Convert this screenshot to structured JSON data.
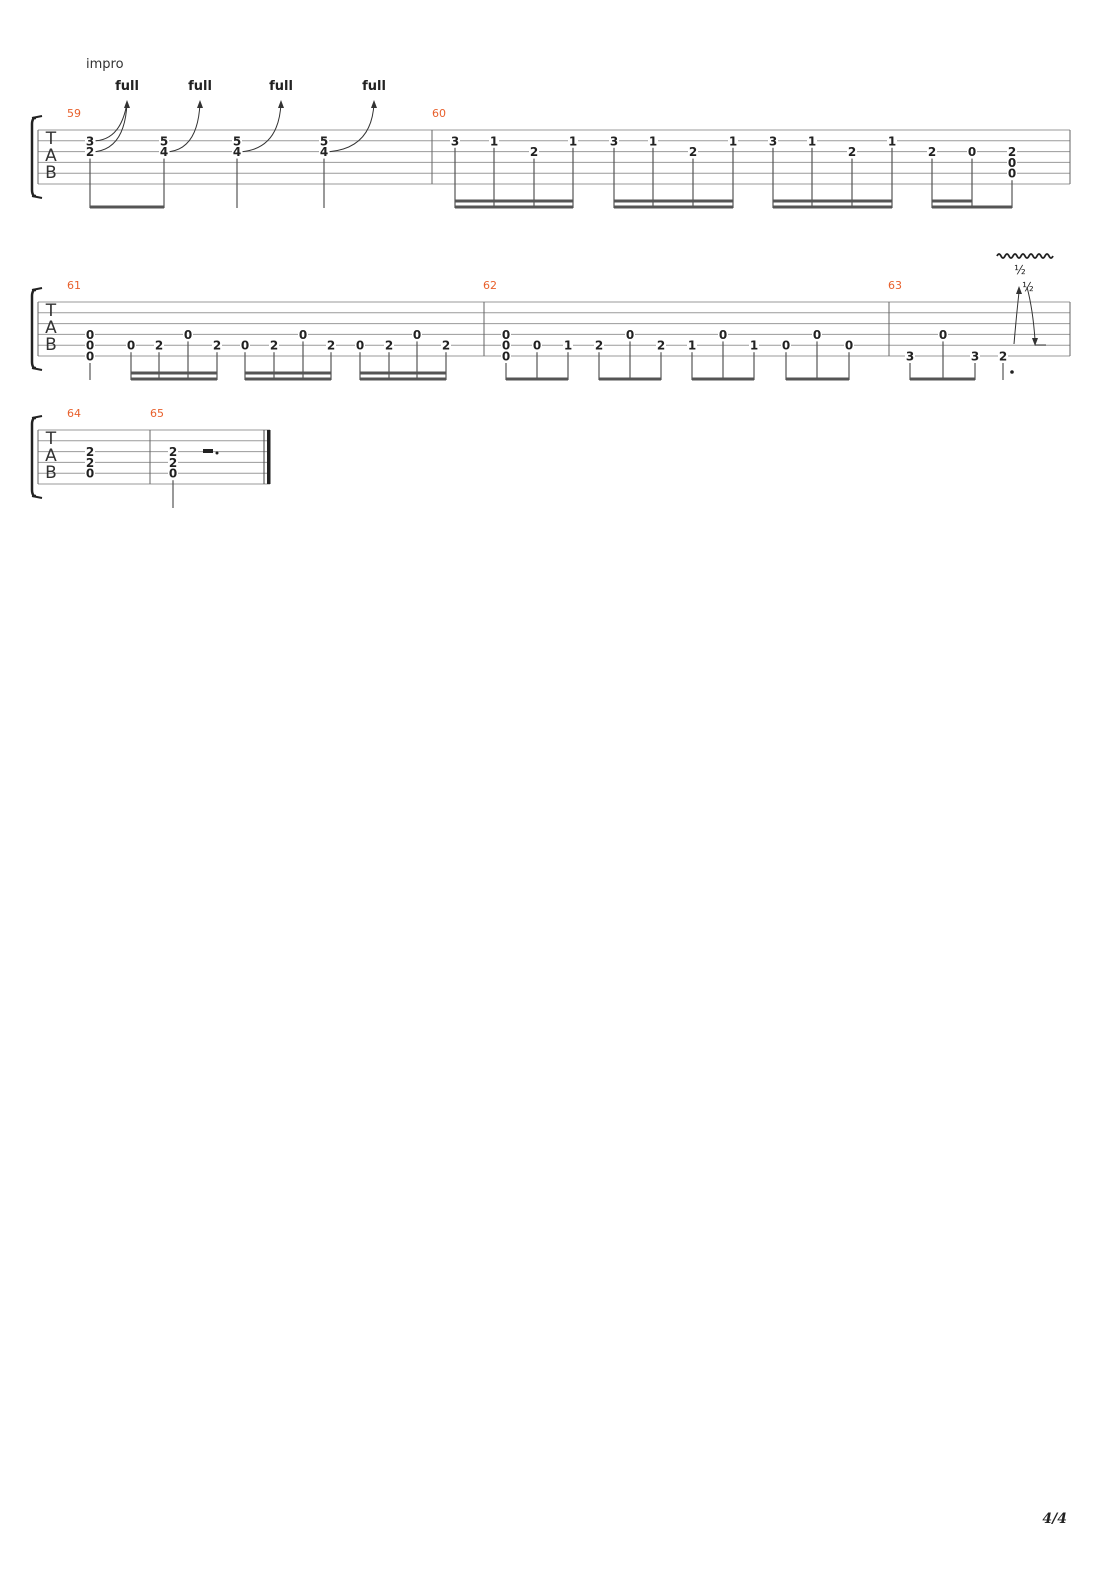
{
  "page": {
    "number_label": "4/4"
  },
  "tab_label": [
    "T",
    "A",
    "B"
  ],
  "systems": [
    {
      "text_marks": [
        {
          "text": "impro"
        }
      ],
      "measures": [
        {
          "number": "59",
          "notes": [
            {
              "beat": 0,
              "string": 2,
              "fret": "3"
            },
            {
              "beat": 0,
              "string": 3,
              "fret": "2"
            },
            {
              "beat": 1,
              "string": 2,
              "fret": "5"
            },
            {
              "beat": 1,
              "string": 3,
              "fret": "4"
            },
            {
              "beat": 2,
              "string": 2,
              "fret": "5"
            },
            {
              "beat": 2,
              "string": 3,
              "fret": "4"
            },
            {
              "beat": 3,
              "string": 2,
              "fret": "5"
            },
            {
              "beat": 3,
              "string": 3,
              "fret": "4"
            }
          ],
          "bends": [
            {
              "from_beat": 0,
              "label": "full"
            },
            {
              "from_beat": 1,
              "label": "full"
            },
            {
              "from_beat": 2,
              "label": "full"
            },
            {
              "from_beat": 3,
              "label": "full"
            }
          ]
        },
        {
          "number": "60",
          "notes": [
            {
              "beat": 0,
              "string": 2,
              "fret": "3"
            },
            {
              "beat": 1,
              "string": 2,
              "fret": "1"
            },
            {
              "beat": 2,
              "string": 3,
              "fret": "2"
            },
            {
              "beat": 3,
              "string": 2,
              "fret": "1"
            },
            {
              "beat": 4,
              "string": 2,
              "fret": "3"
            },
            {
              "beat": 5,
              "string": 2,
              "fret": "1"
            },
            {
              "beat": 6,
              "string": 3,
              "fret": "2"
            },
            {
              "beat": 7,
              "string": 2,
              "fret": "1"
            },
            {
              "beat": 8,
              "string": 2,
              "fret": "3"
            },
            {
              "beat": 9,
              "string": 2,
              "fret": "1"
            },
            {
              "beat": 10,
              "string": 3,
              "fret": "2"
            },
            {
              "beat": 11,
              "string": 2,
              "fret": "1"
            },
            {
              "beat": 12,
              "string": 3,
              "fret": "2"
            },
            {
              "beat": 13,
              "string": 3,
              "fret": "0"
            },
            {
              "beat": 14,
              "string": 3,
              "fret": "2"
            },
            {
              "beat": 14,
              "string": 4,
              "fret": "0"
            },
            {
              "beat": 14,
              "string": 5,
              "fret": "0"
            }
          ]
        }
      ]
    },
    {
      "text_marks": [
        {
          "text": "½"
        },
        {
          "text": "½"
        }
      ],
      "measures": [
        {
          "number": "61",
          "notes": [
            {
              "beat": 0,
              "string": 4,
              "fret": "0"
            },
            {
              "beat": 0,
              "string": 5,
              "fret": "0"
            },
            {
              "beat": 0,
              "string": 6,
              "fret": "0"
            },
            {
              "beat": 1,
              "string": 5,
              "fret": "0"
            },
            {
              "beat": 2,
              "string": 5,
              "fret": "2"
            },
            {
              "beat": 3,
              "string": 4,
              "fret": "0"
            },
            {
              "beat": 4,
              "string": 5,
              "fret": "2"
            },
            {
              "beat": 5,
              "string": 5,
              "fret": "0"
            },
            {
              "beat": 6,
              "string": 5,
              "fret": "2"
            },
            {
              "beat": 7,
              "string": 4,
              "fret": "0"
            },
            {
              "beat": 8,
              "string": 5,
              "fret": "2"
            },
            {
              "beat": 9,
              "string": 5,
              "fret": "0"
            },
            {
              "beat": 10,
              "string": 5,
              "fret": "2"
            },
            {
              "beat": 11,
              "string": 4,
              "fret": "0"
            },
            {
              "beat": 12,
              "string": 5,
              "fret": "2"
            }
          ]
        },
        {
          "number": "62",
          "notes": [
            {
              "beat": 0,
              "string": 4,
              "fret": "0"
            },
            {
              "beat": 0,
              "string": 5,
              "fret": "0"
            },
            {
              "beat": 0,
              "string": 6,
              "fret": "0"
            },
            {
              "beat": 1,
              "string": 5,
              "fret": "0"
            },
            {
              "beat": 2,
              "string": 5,
              "fret": "1"
            },
            {
              "beat": 3,
              "string": 5,
              "fret": "2"
            },
            {
              "beat": 4,
              "string": 4,
              "fret": "0"
            },
            {
              "beat": 5,
              "string": 5,
              "fret": "2"
            },
            {
              "beat": 6,
              "string": 5,
              "fret": "1"
            },
            {
              "beat": 7,
              "string": 4,
              "fret": "0"
            },
            {
              "beat": 8,
              "string": 5,
              "fret": "1"
            },
            {
              "beat": 9,
              "string": 5,
              "fret": "0"
            },
            {
              "beat": 10,
              "string": 4,
              "fret": "0"
            },
            {
              "beat": 11,
              "string": 5,
              "fret": "0"
            }
          ]
        },
        {
          "number": "63",
          "notes": [
            {
              "beat": 0,
              "string": 6,
              "fret": "3"
            },
            {
              "beat": 1,
              "string": 4,
              "fret": "0"
            },
            {
              "beat": 2,
              "string": 6,
              "fret": "3"
            },
            {
              "beat": 3,
              "string": 6,
              "fret": "2"
            }
          ]
        }
      ]
    },
    {
      "measures": [
        {
          "number": "64",
          "notes": [
            {
              "beat": 0,
              "string": 3,
              "fret": "2"
            },
            {
              "beat": 0,
              "string": 4,
              "fret": "2"
            },
            {
              "beat": 0,
              "string": 5,
              "fret": "0"
            }
          ]
        },
        {
          "number": "65",
          "notes": [
            {
              "beat": 0,
              "string": 3,
              "fret": "2"
            },
            {
              "beat": 0,
              "string": 4,
              "fret": "2"
            },
            {
              "beat": 0,
              "string": 5,
              "fret": "0"
            }
          ]
        }
      ]
    }
  ]
}
